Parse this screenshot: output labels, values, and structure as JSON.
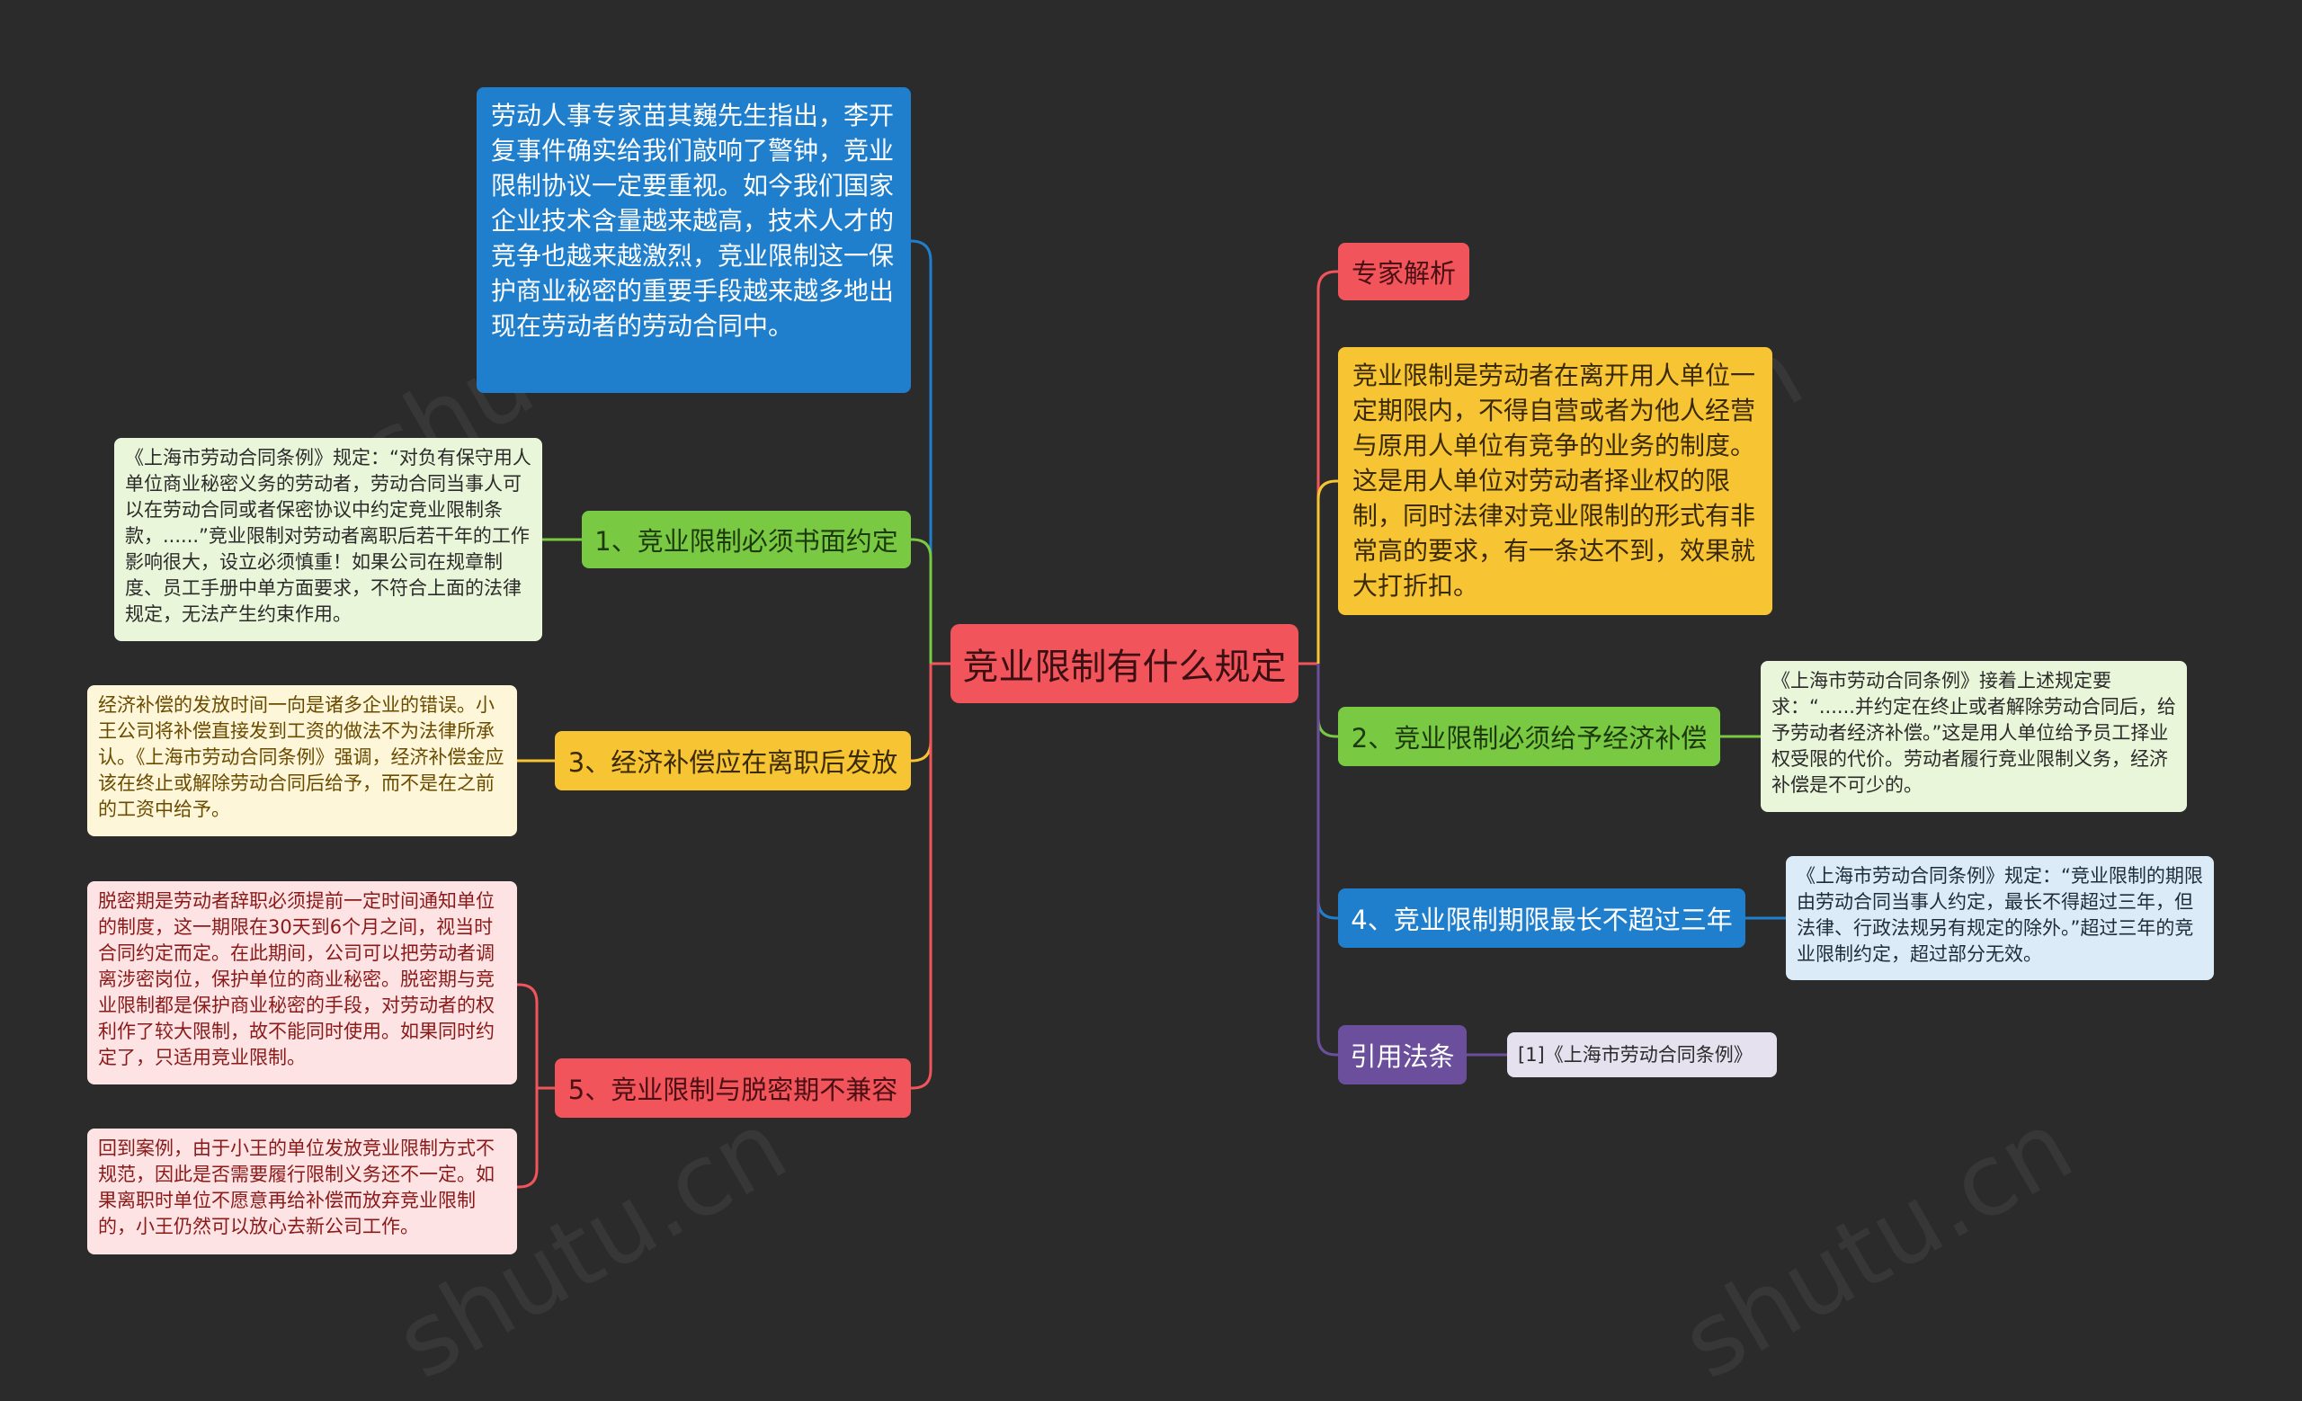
{
  "root": {
    "label": "竞业限制有什么规定"
  },
  "left": {
    "intro": "劳动人事专家苗其巍先生指出，李开复事件确实给我们敲响了警钟，竞业限制协议一定要重视。如今我们国家企业技术含量越来越高，技术人才的竞争也越来越激烈，竞业限制这一保护商业秘密的重要手段越来越多地出现在劳动者的劳动合同中。",
    "b1": {
      "label": "1、竞业限制必须书面约定",
      "note": "《上海市劳动合同条例》规定：“对负有保守用人单位商业秘密义务的劳动者，劳动合同当事人可以在劳动合同或者保密协议中约定竞业限制条款，......”竞业限制对劳动者离职后若干年的工作影响很大，设立必须慎重！如果公司在规章制度、员工手册中单方面要求，不符合上面的法律规定，无法产生约束作用。"
    },
    "b3": {
      "label": "3、经济补偿应在离职后发放",
      "note": "经济补偿的发放时间一向是诸多企业的错误。小王公司将补偿直接发到工资的做法不为法律所承认。《上海市劳动合同条例》强调，经济补偿金应该在终止或解除劳动合同后给予，而不是在之前的工资中给予。"
    },
    "b5": {
      "label": "5、竞业限制与脱密期不兼容",
      "note1": "脱密期是劳动者辞职必须提前一定时间通知单位的制度，这一期限在30天到6个月之间，视当时合同约定而定。在此期间，公司可以把劳动者调离涉密岗位，保护单位的商业秘密。脱密期与竞业限制都是保护商业秘密的手段，对劳动者的权利作了较大限制，故不能同时使用。如果同时约定了，只适用竞业限制。",
      "note2": "回到案例，由于小王的单位发放竞业限制方式不规范，因此是否需要履行限制义务还不一定。如果离职时单位不愿意再给补偿而放弃竞业限制的，小王仍然可以放心去新公司工作。"
    }
  },
  "right": {
    "expert": {
      "label": "专家解析"
    },
    "definition": "竞业限制是劳动者在离开用人单位一定期限内，不得自营或者为他人经营与原用人单位有竞争的业务的制度。这是用人单位对劳动者择业权的限制，同时法律对竞业限制的形式有非常高的要求，有一条达不到，效果就大打折扣。",
    "b2": {
      "label": "2、竞业限制必须给予经济补偿",
      "note": "《上海市劳动合同条例》接着上述规定要求：“......并约定在终止或者解除劳动合同后，给予劳动者经济补偿。”这是用人单位给予员工择业权受限的代价。劳动者履行竞业限制义务，经济补偿是不可少的。"
    },
    "b4": {
      "label": "4、竞业限制期限最长不超过三年",
      "note": "《上海市劳动合同条例》规定：“竞业限制的期限由劳动合同当事人约定，最长不得超过三年，但法律、行政法规另有规定的除外。”超过三年的竞业限制约定，超过部分无效。"
    },
    "law": {
      "label": "引用法条",
      "note": "[1]《上海市劳动合同条例》"
    }
  },
  "colors": {
    "background": "#2b2b2b",
    "red": "#f2545b",
    "green": "#7ac943",
    "yellow": "#f7c433",
    "blue": "#1f7fcc",
    "purple": "#6b4f9c"
  }
}
